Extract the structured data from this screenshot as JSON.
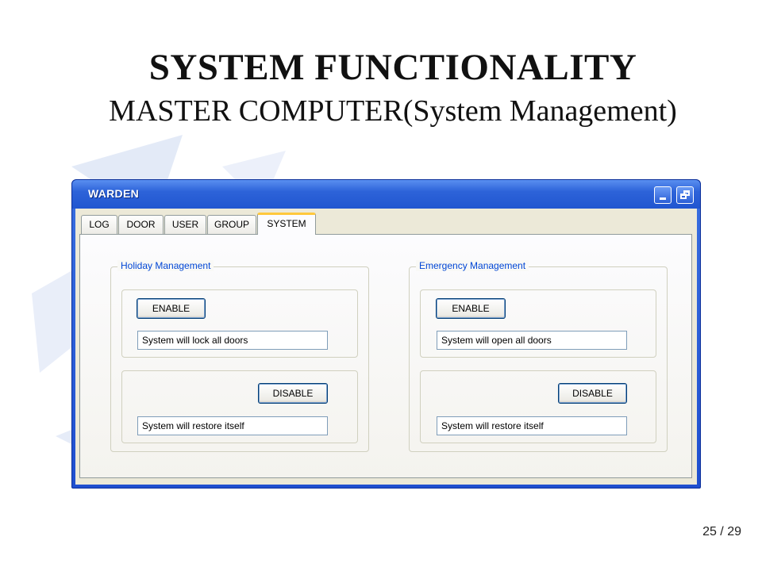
{
  "slide": {
    "title": "SYSTEM FUNCTIONALITY",
    "subtitle": "MASTER COMPUTER(System Management)",
    "page_number": "25 / 29"
  },
  "window": {
    "title": "WARDEN",
    "controls": {
      "minimize_icon": "minimize-icon",
      "restore_icon": "restore-icon"
    },
    "tabs": [
      {
        "label": "LOG",
        "active": false
      },
      {
        "label": "DOOR",
        "active": false
      },
      {
        "label": "USER",
        "active": false
      },
      {
        "label": "GROUP",
        "active": false
      },
      {
        "label": "SYSTEM",
        "active": true
      }
    ],
    "holiday": {
      "legend": "Holiday Management",
      "enable_label": "ENABLE",
      "enable_text": "System will lock all doors",
      "disable_label": "DISABLE",
      "disable_text": "System will restore itself"
    },
    "emergency": {
      "legend": "Emergency Management",
      "enable_label": "ENABLE",
      "enable_text": "System will open all doors",
      "disable_label": "DISABLE",
      "disable_text": "System will restore itself"
    }
  },
  "colors": {
    "titlebar": "#2d63d9",
    "legend_text": "#0046d5",
    "active_tab_accent": "#ffc83c",
    "client_background": "#ece9d8"
  }
}
